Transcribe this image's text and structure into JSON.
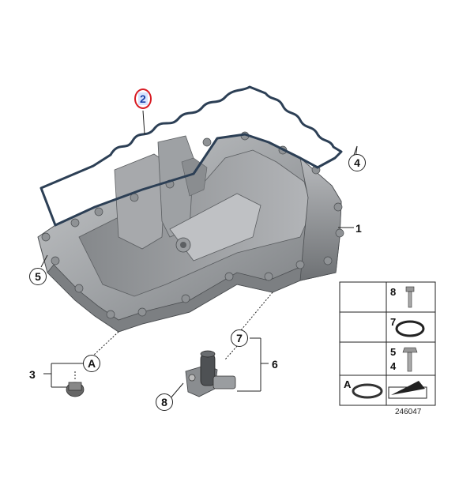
{
  "callouts": {
    "oil_pan": "1",
    "gasket": "2",
    "drain_plug": "3",
    "bolt_top": "4",
    "bolt_left": "5",
    "oil_sensor": "6",
    "oring": "7",
    "sensor_bolt": "8",
    "ref_a_left": "A",
    "ref_a_box": "A"
  },
  "legend_box": {
    "rows": [
      {
        "label": "8",
        "part": "bolt"
      },
      {
        "label": "7",
        "part": "o-ring"
      },
      {
        "label": "5",
        "part": "bolt"
      },
      {
        "label": "4",
        "part": "bolt"
      },
      {
        "label": "A",
        "part": "seal-ring"
      }
    ]
  },
  "diagram_id": "246047",
  "highlight_color": "#d81c24"
}
